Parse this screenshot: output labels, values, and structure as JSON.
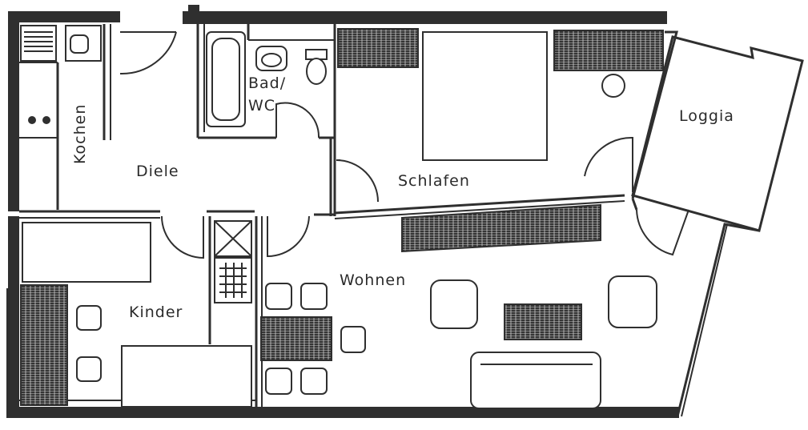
{
  "rooms": {
    "kochen": "Kochen",
    "diele": "Diele",
    "bad_line1": "Bad/",
    "bad_line2": "WC",
    "schlafen": "Schlafen",
    "loggia": "Loggia",
    "wohnen": "Wohnen",
    "kinder": "Kinder"
  }
}
